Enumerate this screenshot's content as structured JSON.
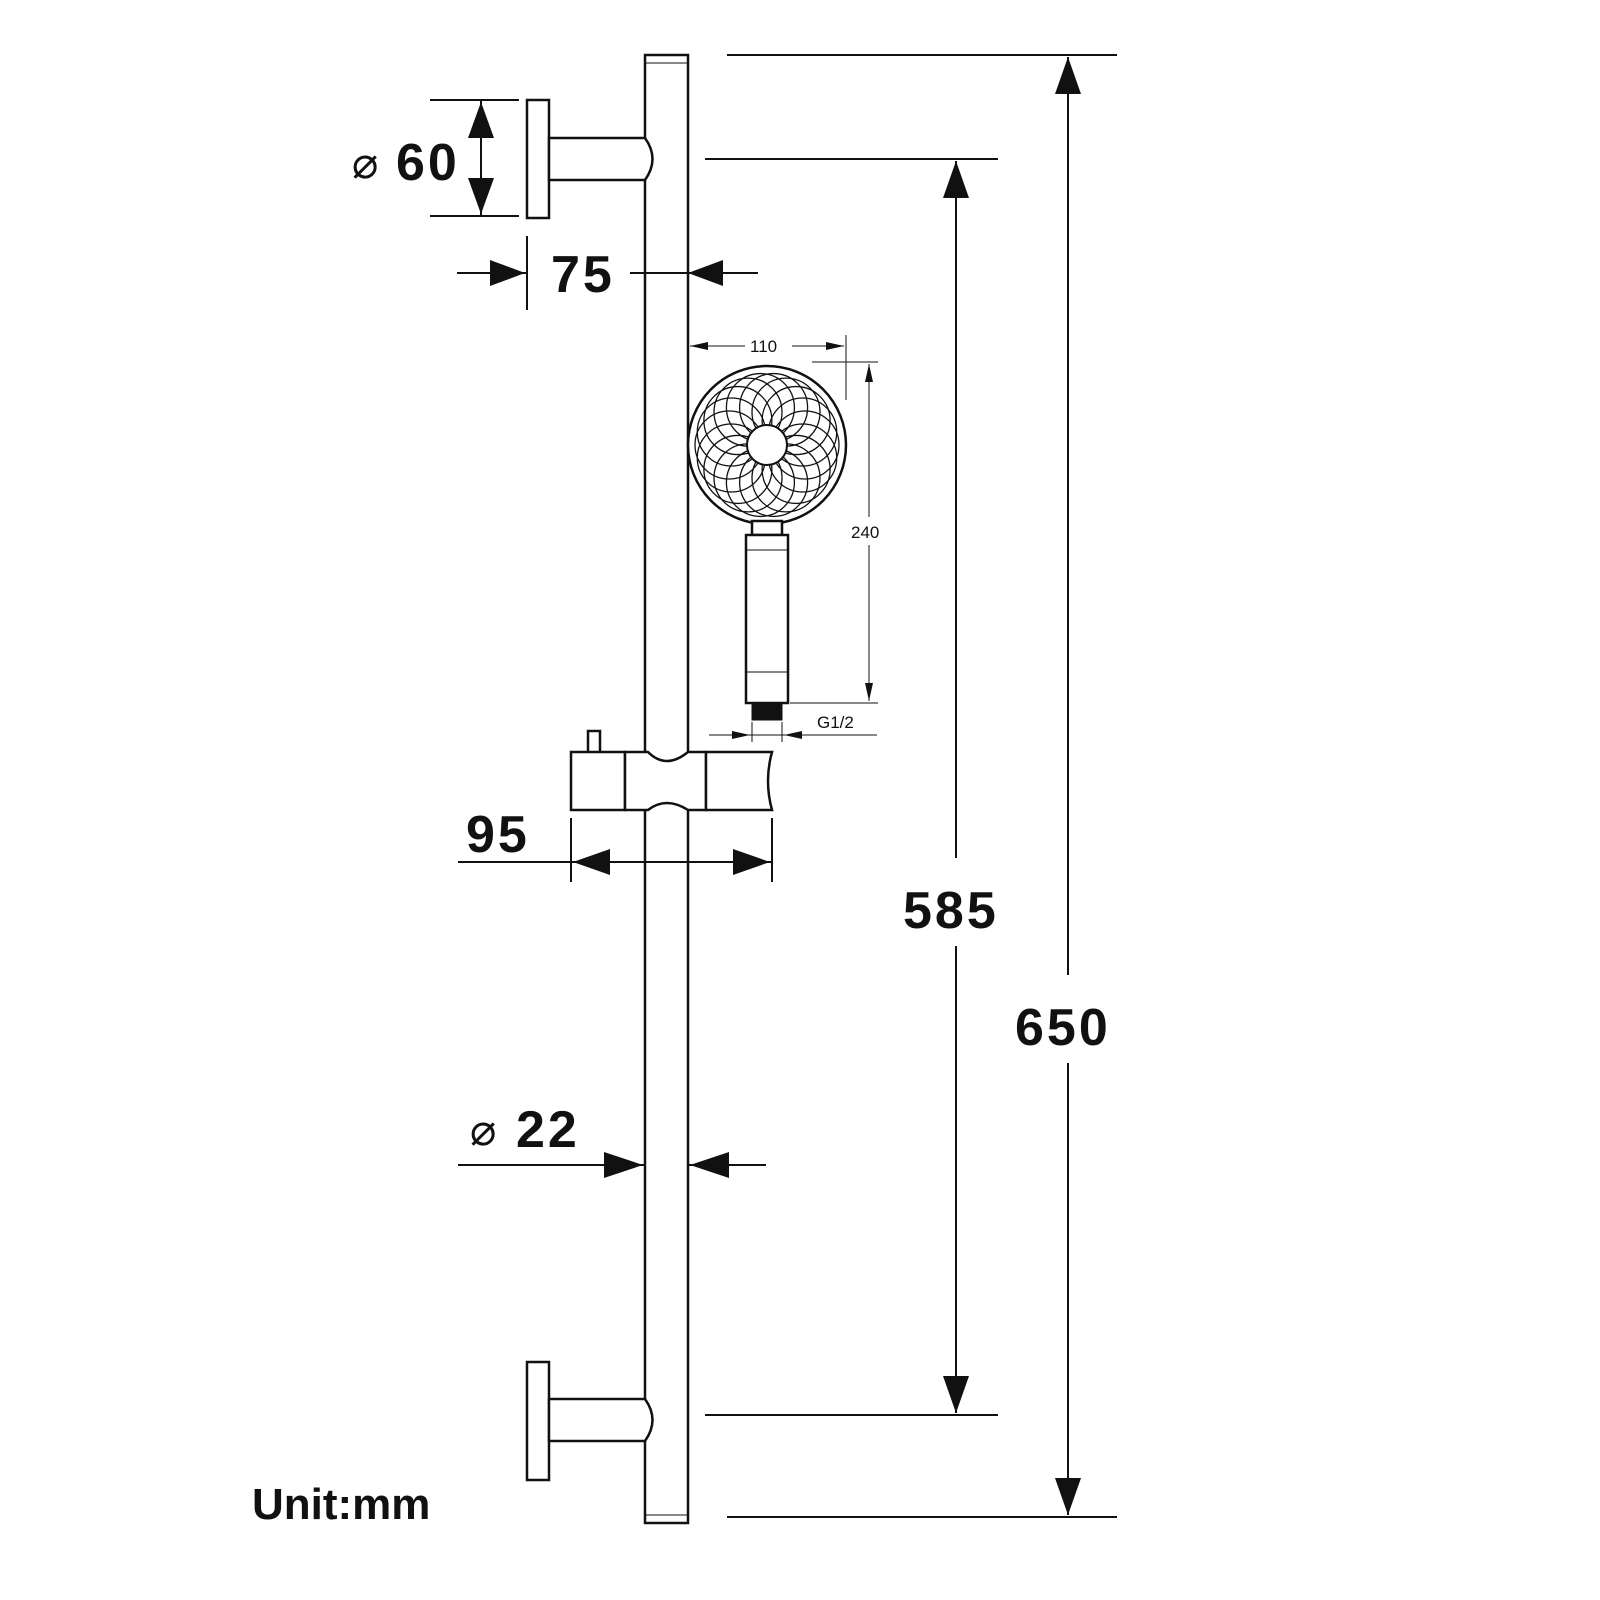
{
  "diagram": {
    "dimensions": {
      "bracket_diameter": {
        "symbol": "⌀",
        "value": "60"
      },
      "bracket_depth": {
        "value": "75"
      },
      "handset_width": {
        "value": "110"
      },
      "handset_length": {
        "value": "240"
      },
      "thread": {
        "value": "G1/2"
      },
      "slider_width": {
        "value": "95"
      },
      "bar_span": {
        "value": "585"
      },
      "total_height": {
        "value": "650"
      },
      "bar_diameter": {
        "symbol": "⌀",
        "value": "22"
      }
    },
    "unit_label": "Unit:mm"
  }
}
